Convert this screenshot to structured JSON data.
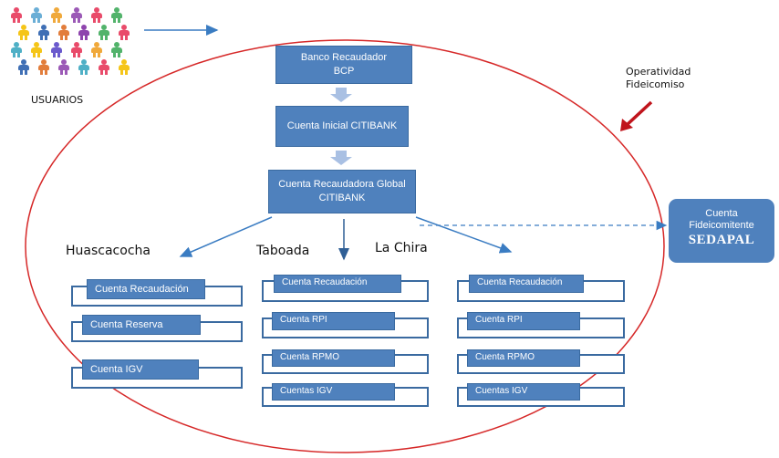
{
  "users": {
    "label": "USUARIOS",
    "icon_colors": [
      "#e94b6a",
      "#6aaed6",
      "#f0a93b",
      "#9b59b6",
      "#e94b6a",
      "#52b36b",
      "#f5c518",
      "#3f6fb5",
      "#e27d3b",
      "#8e44ad",
      "#52b36b",
      "#e94b6a",
      "#4fb0c6",
      "#f5c518",
      "#6a5acd",
      "#e94b6a",
      "#f0a93b",
      "#52b36b",
      "#3f6fb5",
      "#e27d3b",
      "#9b59b6",
      "#4fb0c6",
      "#e94b6a",
      "#f5c518"
    ]
  },
  "flow": {
    "bank_line1": "Banco Recaudador",
    "bank_line2": "BCP",
    "initial_account": "Cuenta  Inicial CITIBANK",
    "global_line1": "Cuenta Recaudadora Global",
    "global_line2": "CITIBANK"
  },
  "operatividad": {
    "line1": "Operatividad",
    "line2": "Fideicomiso"
  },
  "trustor": {
    "line1": "Cuenta",
    "line2": "Fideicomitente",
    "line3": "SEDAPAL"
  },
  "plants": {
    "huascacocha": {
      "title": "Huascacocha",
      "accounts": [
        "Cuenta Recaudación",
        "Cuenta Reserva",
        "Cuenta IGV"
      ]
    },
    "taboada": {
      "title": "Taboada",
      "accounts": [
        "Cuenta Recaudación",
        "Cuenta RPI",
        "Cuenta RPMO",
        "Cuentas IGV"
      ]
    },
    "la_chira": {
      "title": "La Chira",
      "accounts": [
        "Cuenta Recaudación",
        "Cuenta RPI",
        "Cuenta RPMO",
        "Cuentas IGV"
      ]
    }
  },
  "colors": {
    "box_fill": "#4f81bd",
    "box_border": "#3a6aa0",
    "ellipse": "#d62828",
    "arrow": "#3a7cc2",
    "down_arrow": "#a9c0e3"
  }
}
